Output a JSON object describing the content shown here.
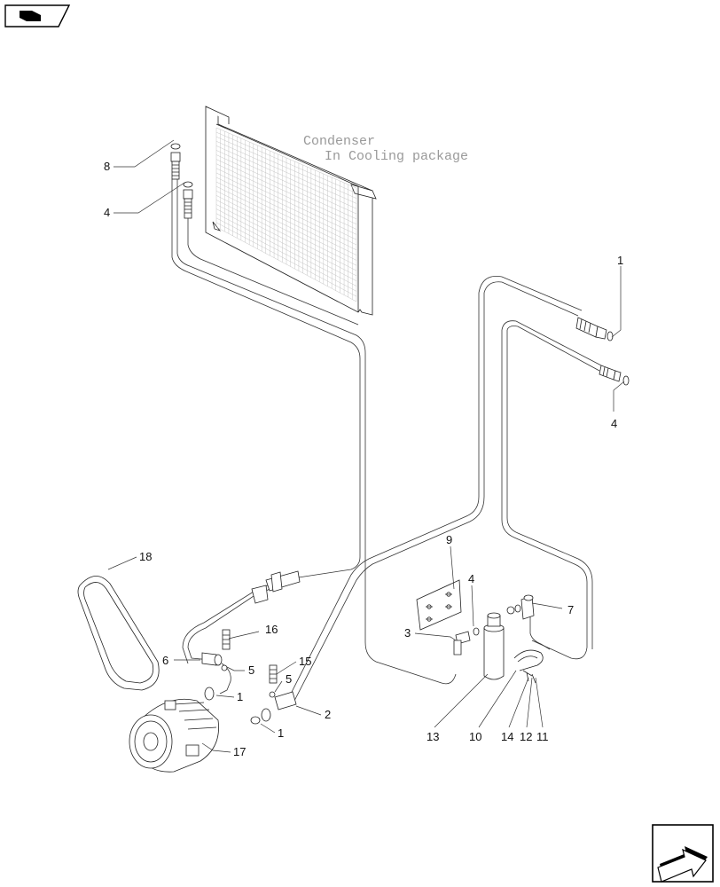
{
  "diagram": {
    "note": {
      "line1": "Condenser",
      "line2": "In Cooling package"
    },
    "callouts": {
      "c_8": "8",
      "c_4_top": "4",
      "c_1_right": "1",
      "c_4_right": "4",
      "c_9": "9",
      "c_4_mid": "4",
      "c_7": "7",
      "c_3": "3",
      "c_18": "18",
      "c_16": "16",
      "c_6": "6",
      "c_5_a": "5",
      "c_15": "15",
      "c_5_b": "5",
      "c_1_a": "1",
      "c_2": "2",
      "c_1_b": "1",
      "c_17": "17",
      "c_13": "13",
      "c_10": "10",
      "c_14": "14",
      "c_12": "12",
      "c_11": "11"
    }
  },
  "icons": {
    "top_left": "book-hand-icon",
    "bottom_right": "previous-page-arrow-icon"
  }
}
